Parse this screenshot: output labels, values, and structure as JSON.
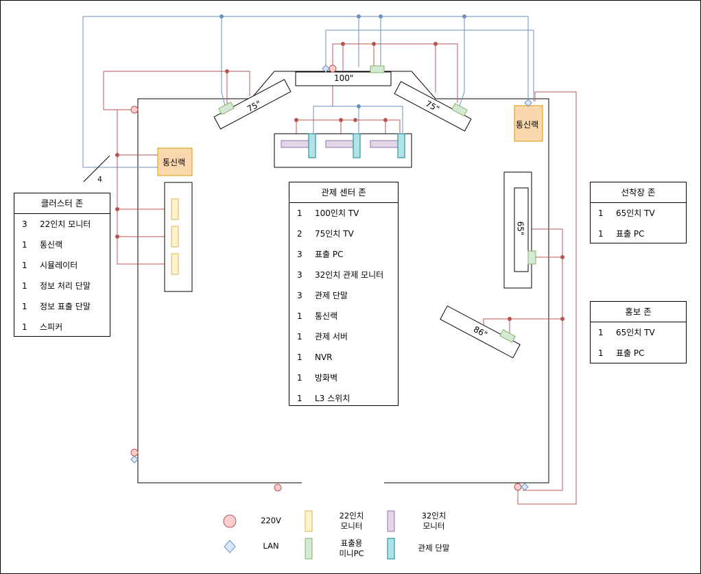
{
  "colors": {
    "power_line": "#b85450",
    "lan_line": "#6c8ebf",
    "outlet_fill": "#f8cecc",
    "lan_fill": "#dae8fc",
    "rack_fill": "#fad7ac",
    "rack_border": "#d79b00",
    "monitor22_fill": "#fff2cc",
    "monitor22_border": "#d6b656",
    "monitor32_fill": "#e1d5e7",
    "monitor32_border": "#9673a6",
    "minipc_fill": "#d5e8d4",
    "minipc_border": "#82b366",
    "terminal_fill": "#b0e3e6",
    "terminal_border": "#0e8088"
  },
  "screens": {
    "tv100": "100\"",
    "tv75_left": "75\"",
    "tv75_right": "75\"",
    "tv65": "65\"",
    "tv86": "86\""
  },
  "racks": {
    "left": "통신랙",
    "right": "통신랙"
  },
  "cable_count": "4",
  "zones": {
    "cluster": {
      "title": "클러스터 존",
      "items": [
        {
          "qty": "3",
          "name": "22인치 모니터"
        },
        {
          "qty": "1",
          "name": "통신랙"
        },
        {
          "qty": "1",
          "name": "시뮬레이터"
        },
        {
          "qty": "1",
          "name": "정보 처리 단말"
        },
        {
          "qty": "1",
          "name": "정보 표출 단말"
        },
        {
          "qty": "1",
          "name": "스피커"
        }
      ]
    },
    "control": {
      "title": "관제 센터 존",
      "items": [
        {
          "qty": "1",
          "name": "100인치 TV"
        },
        {
          "qty": "2",
          "name": "75인치 TV"
        },
        {
          "qty": "3",
          "name": "표출 PC"
        },
        {
          "qty": "3",
          "name": "32인치 관제 모니터"
        },
        {
          "qty": "3",
          "name": "관제 단말"
        },
        {
          "qty": "1",
          "name": "통신랙"
        },
        {
          "qty": "1",
          "name": "관제 서버"
        },
        {
          "qty": "1",
          "name": "NVR"
        },
        {
          "qty": "1",
          "name": "방화벽"
        },
        {
          "qty": "1",
          "name": "L3 스위치"
        }
      ]
    },
    "dock": {
      "title": "선착장 존",
      "items": [
        {
          "qty": "1",
          "name": "65인치 TV"
        },
        {
          "qty": "1",
          "name": "표출 PC"
        }
      ]
    },
    "promo": {
      "title": "홍보 존",
      "items": [
        {
          "qty": "1",
          "name": "65인치 TV"
        },
        {
          "qty": "1",
          "name": "표출 PC"
        }
      ]
    }
  },
  "legend": {
    "outlet": "220V",
    "lan": "LAN",
    "monitor22": "22인치\n모니터",
    "minipc": "표출용\n미니PC",
    "monitor32": "32인치\n모니터",
    "terminal": "관제 단말"
  }
}
